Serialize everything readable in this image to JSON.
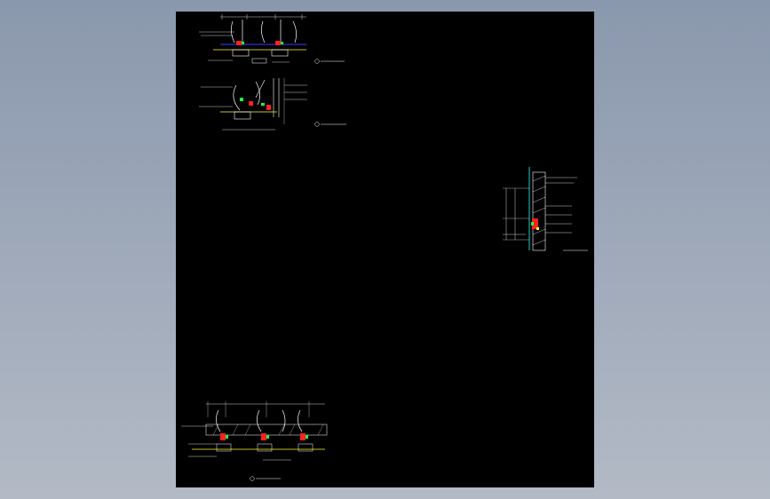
{
  "viewer": {
    "background_top": "#8a98ad",
    "background_bottom": "#b3bac6",
    "sheet_color": "#000000"
  },
  "line_colors": {
    "default": "#ffffff",
    "dimension": "#cfcfcf",
    "blue_line": "#3040ff",
    "yellow_line": "#ffff30",
    "red_detail": "#ff2020",
    "green_detail": "#20ff40",
    "cyan_line": "#30ffff"
  },
  "details": [
    {
      "id": "detail-1",
      "note": ""
    },
    {
      "id": "detail-2",
      "note": ""
    },
    {
      "id": "detail-3",
      "note": ""
    },
    {
      "id": "detail-4",
      "note": ""
    }
  ]
}
